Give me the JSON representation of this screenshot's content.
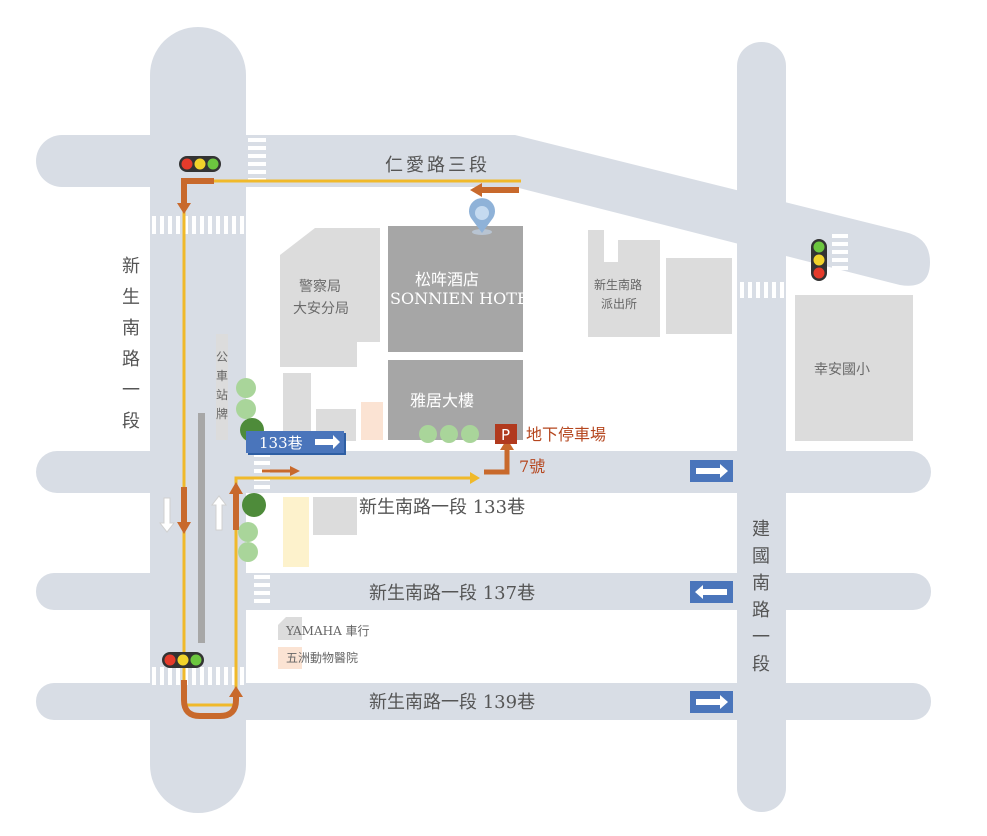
{
  "colors": {
    "road": "#d8dde5",
    "building": "#dcdcdc",
    "hotel": "#a6a6a6",
    "route": "#f0b92a",
    "arrow": "#c8692c",
    "oneway_sign": "#4a75bb",
    "tree": "#a9d59a",
    "parking": "#b13a1e"
  },
  "roads": {
    "renai": "仁愛路三段",
    "xinsheng_sec1": [
      "新",
      "生",
      "南",
      "路",
      "一",
      "段"
    ],
    "jianguo_sec1": [
      "建",
      "國",
      "南",
      "路",
      "一",
      "段"
    ],
    "lane133": "新生南路一段 133巷",
    "lane137": "新生南路一段 137巷",
    "lane139": "新生南路一段 139巷"
  },
  "buildings": {
    "police_bureau_line1": "警察局",
    "police_bureau_line2": "大安分局",
    "hotel_name_zh": "松哖酒店",
    "hotel_name_en": "SONNIEN HOTEL",
    "yaju_building": "雅居大樓",
    "police_station_line1": "新生南路",
    "police_station_line2": "派出所",
    "xinan_elementary": "幸安國小",
    "yamaha": "YAMAHA 車行",
    "wuzhou_vet": "五洲動物醫院"
  },
  "labels": {
    "bus_stop": [
      "公",
      "車",
      "站",
      "牌"
    ],
    "parking_letter": "P",
    "parking_text": "地下停車場",
    "house_number": "7號",
    "lane133_sign": "133巷"
  },
  "icons": [
    "traffic-light-icon",
    "location-pin-icon",
    "oneway-arrow-icon",
    "parking-icon",
    "tree-icon"
  ]
}
